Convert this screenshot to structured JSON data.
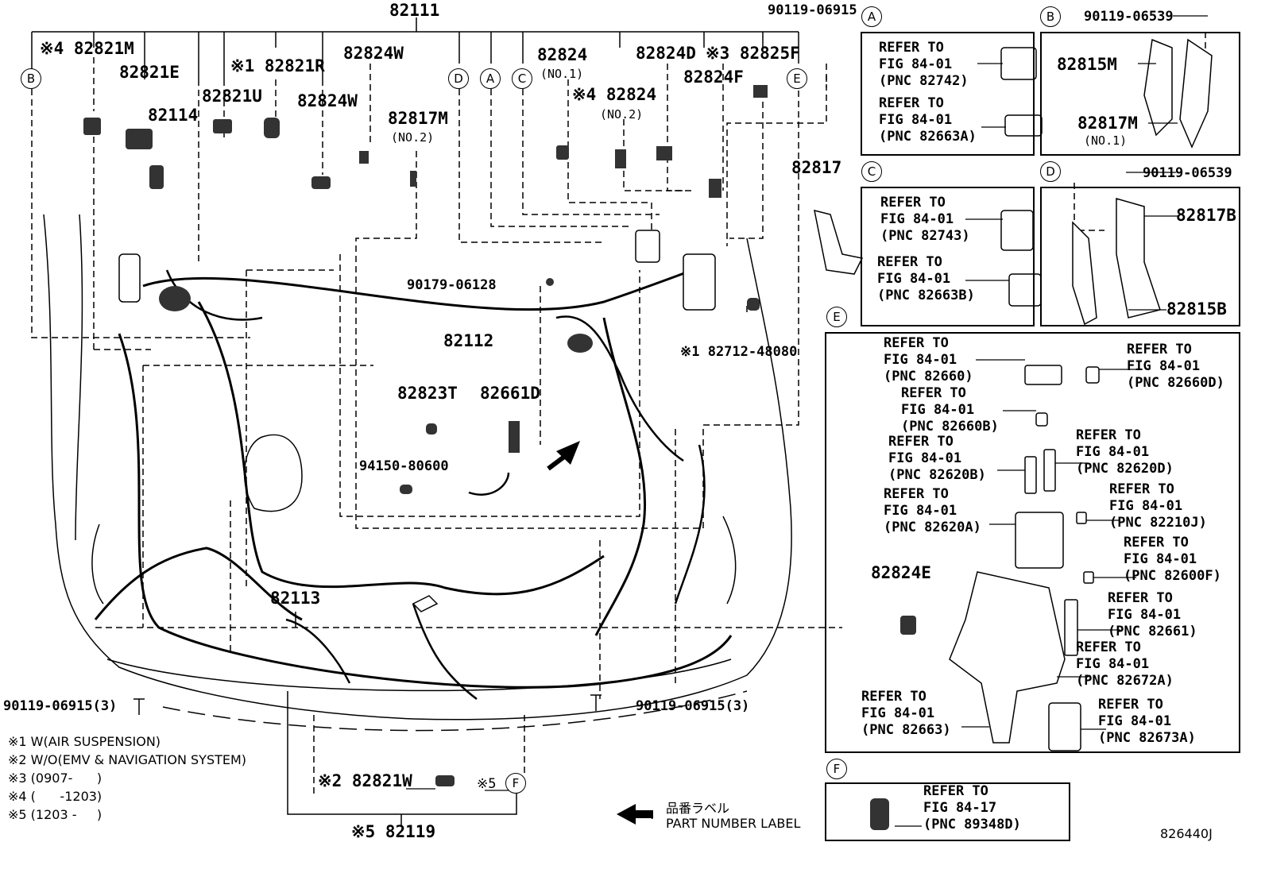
{
  "top_labels": {
    "p82111": "82111",
    "p82821M": "※4 82821M",
    "p82821E": "82821E",
    "p82114": "82114",
    "p82821U": "82821U",
    "p82821R": "※1 82821R",
    "p82824W_a": "82824W",
    "p82824W_b": "82824W",
    "p82817M_no2": "82817M",
    "p82817M_no2_sub": "(NO.2)",
    "p82824_no1": "82824",
    "p82824_no1_sub": "(NO.1)",
    "p82824_no2": "※4 82824",
    "p82824_no2_sub": "(NO.2)",
    "p82824D": "82824D",
    "p82825F": "※3 82825F",
    "p82824F": "82824F",
    "p90119_06915_top": "90119-06915",
    "p82817": "82817"
  },
  "center_labels": {
    "p90179_06128": "90179-06128",
    "p82112": "82112",
    "p82823T": "82823T",
    "p82661D": "82661D",
    "p94150_80600": "94150-80600",
    "p82712_48080": "※1 82712-48080",
    "p82113": "82113",
    "p90119_06915_3_left": "90119-06915(3)",
    "p90119_06915_3_right": "90119-06915(3)",
    "p82821W": "※2 82821W",
    "p82119": "※5 82119",
    "note5": "※5"
  },
  "circle_letters": [
    "A",
    "B",
    "C",
    "D",
    "E",
    "F"
  ],
  "box_A": {
    "ref1": "REFER TO\nFIG 84-01\n(PNC 82742)",
    "ref2": "REFER TO\nFIG 84-01\n(PNC 82663A)"
  },
  "box_B": {
    "bolt": "90119-06539",
    "p82815M": "82815M",
    "p82817M": "82817M",
    "p82817M_sub": "(NO.1)"
  },
  "box_C": {
    "ref1": "REFER TO\nFIG 84-01\n(PNC 82743)",
    "ref2": "REFER TO\nFIG 84-01\n(PNC 82663B)"
  },
  "box_D": {
    "bolt": "90119-06539",
    "p82817B": "82817B",
    "p82815B": "82815B"
  },
  "box_E": {
    "r82660": "REFER TO\nFIG 84-01\n(PNC 82660)",
    "r82660D": "REFER TO\nFIG 84-01\n(PNC 82660D)",
    "r82660B": "REFER TO\nFIG 84-01\n(PNC 82660B)",
    "r82620B": "REFER TO\nFIG 84-01\n(PNC 82620B)",
    "r82620D": "REFER TO\nFIG 84-01\n(PNC 82620D)",
    "r82620A": "REFER TO\nFIG 84-01\n(PNC 82620A)",
    "r82210J": "REFER TO\nFIG 84-01\n(PNC 82210J)",
    "r82600F": "REFER TO\nFIG 84-01\n(PNC 82600F)",
    "p82824E": "82824E",
    "r82661": "REFER TO\nFIG 84-01\n(PNC 82661)",
    "r82672A": "REFER TO\nFIG 84-01\n(PNC 82672A)",
    "r82663": "REFER TO\nFIG 84-01\n(PNC 82663)",
    "r82673A": "REFER TO\nFIG 84-01\n(PNC 82673A)"
  },
  "box_F": {
    "ref": "REFER TO\nFIG 84-17\n(PNC 89348D)"
  },
  "footnotes": [
    "※1 W(AIR SUSPENSION)",
    "※2 W/O(EMV & NAVIGATION SYSTEM)",
    "※3 (0907-      )",
    "※4 (      -1203)",
    "※5 (1203 -     )"
  ],
  "legend": {
    "jp": "品番ラベル",
    "colon": ":",
    "en": "PART NUMBER LABEL"
  },
  "figure_code": "826440J"
}
